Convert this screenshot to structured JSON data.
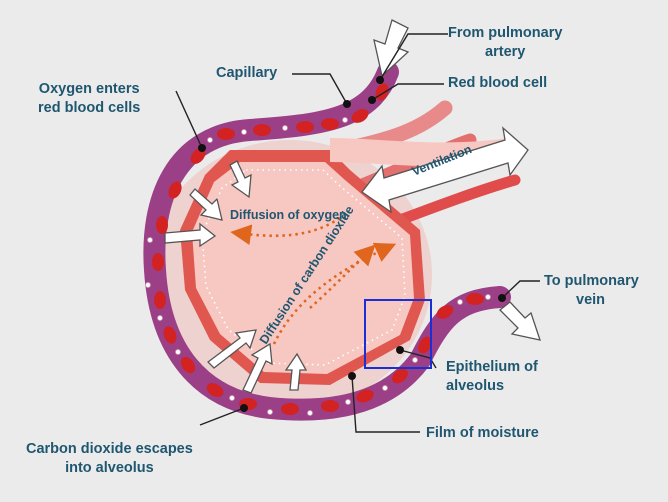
{
  "labels": {
    "from_pulmonary_artery": "From pulmonary\nartery",
    "capillary": "Capillary",
    "red_blood_cell": "Red blood cell",
    "oxygen_enters": "Oxygen enters\nred blood cells",
    "ventilation": "Ventilation",
    "diffusion_oxygen": "Diffusion of oxygen",
    "diffusion_co2": "Diffusion of carbon dioxide",
    "to_pulmonary_vein": "To pulmonary\nvein",
    "epithelium": "Epithelium of\nalveolus",
    "film_of_moisture": "Film of moisture",
    "co2_escapes": "Carbon dioxide escapes\ninto alveolus"
  },
  "colors": {
    "background": "#ebebeb",
    "capillary_purple": "#9b3f86",
    "red_blood_cell": "#d32222",
    "alveolus_fill": "#f7c7c2",
    "alveolus_wall": "#e0574f",
    "label_text": "#1f5670",
    "diffusion_arrow": "#e0661e",
    "highlight_box": "#1a2fd6"
  }
}
